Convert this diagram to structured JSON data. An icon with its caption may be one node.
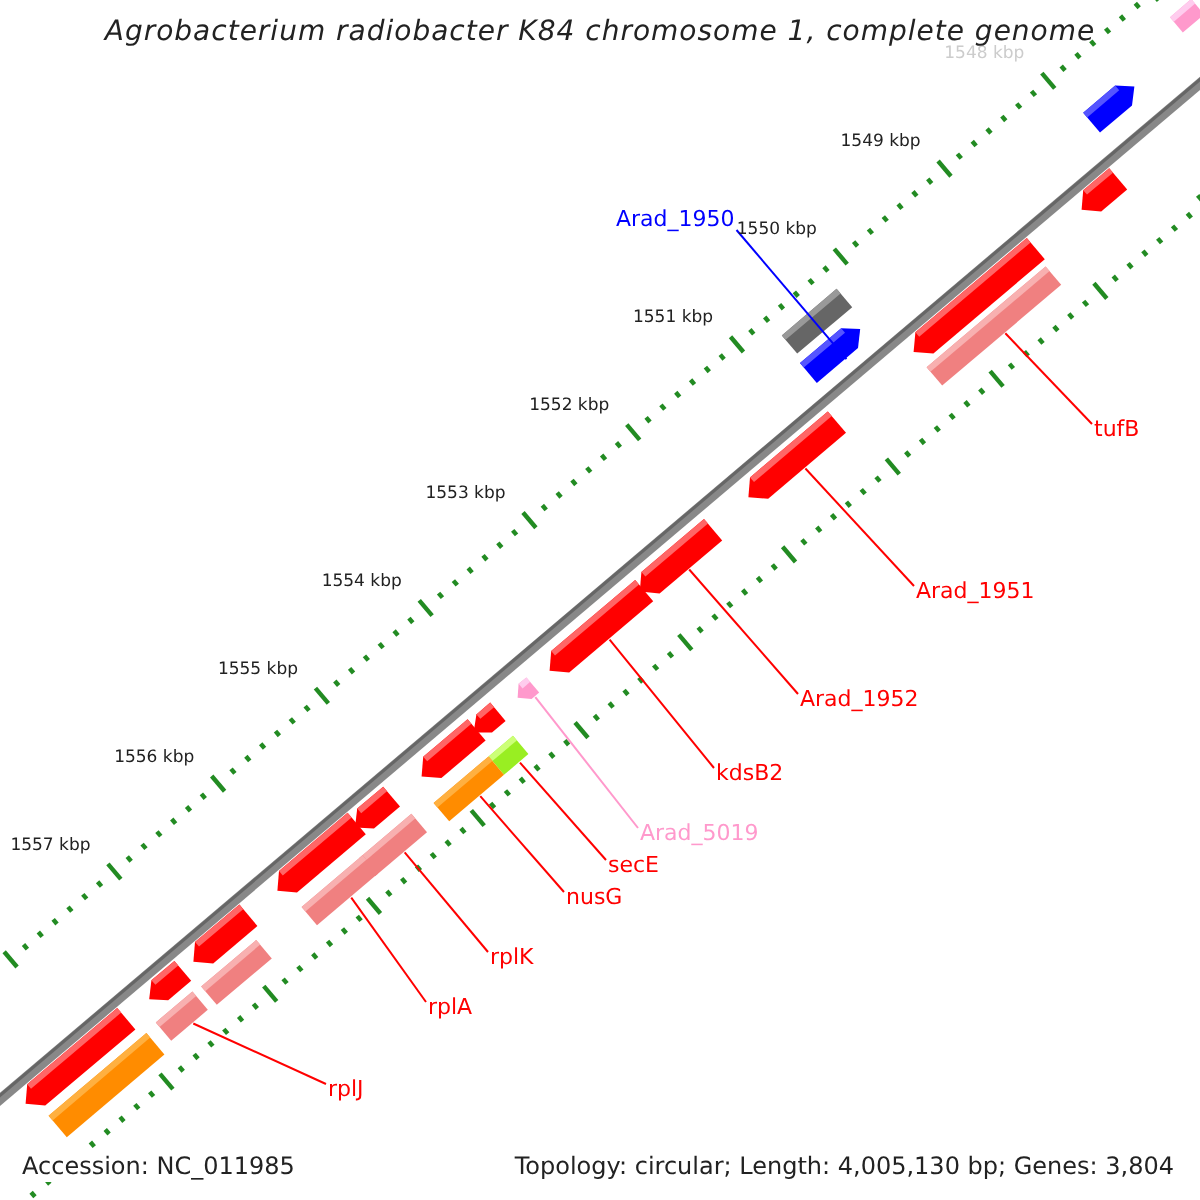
{
  "diagram": {
    "title": "Agrobacterium radiobacter K84 chromosome 1, complete genome",
    "nodes": [
      {
        "text": [
          "Arad_1950"
        ]
      },
      {
        "text": [],
        "shape": "arrow"
      },
      {
        "text": [
          "tufB"
        ]
      },
      {
        "text": [],
        "shape": "bar"
      },
      {
        "text": [
          "Arad_1951"
        ]
      },
      {
        "text": [],
        "shape": "arrow"
      },
      {
        "text": [
          "Arad_1952"
        ]
      },
      {
        "text": [],
        "shape": "arrow"
      },
      {
        "text": [
          "kdsB2"
        ]
      },
      {
        "text": [],
        "shape": "arrow"
      },
      {
        "text": [
          "Arad_5019"
        ]
      },
      {
        "text": [],
        "shape": "arrow"
      },
      {
        "text": [
          "secE"
        ]
      },
      {
        "text": [],
        "shape": "bar"
      },
      {
        "text": [
          "nusG"
        ]
      },
      {
        "text": [],
        "shape": "bar"
      },
      {
        "text": [
          "rplK"
        ]
      },
      {
        "text": [],
        "shape": "bar"
      },
      {
        "text": [
          "rplA"
        ]
      },
      {
        "text": [],
        "shape": "bar"
      },
      {
        "text": [
          "rplJ"
        ]
      },
      {
        "text": [],
        "shape": "bar"
      },
      {
        "text": [],
        "shape": "arrow"
      },
      {
        "text": [],
        "shape": "bar"
      },
      {
        "text": [],
        "shape": "arrow"
      },
      {
        "text": [],
        "shape": "arrow"
      },
      {
        "text": [],
        "shape": "arrow"
      },
      {
        "text": [],
        "shape": "arrow"
      },
      {
        "text": [],
        "shape": "arrow"
      },
      {
        "text": [],
        "shape": "arrow"
      },
      {
        "text": [],
        "shape": "arrow"
      },
      {
        "text": [],
        "shape": "arrow"
      },
      {
        "text": [],
        "shape": "bar"
      },
      {
        "text": [],
        "shape": "arrow"
      },
      {
        "text": [],
        "shape": "bar"
      },
      {
        "text": [],
        "shape": "bar"
      }
    ],
    "edges": [
      {
        "from": 0,
        "to": 1,
        "arrow": "none",
        "color": "#0000ff"
      },
      {
        "from": 2,
        "to": 3,
        "arrow": "none"
      },
      {
        "from": 4,
        "to": 5,
        "arrow": "none"
      },
      {
        "from": 6,
        "to": 7,
        "arrow": "none"
      },
      {
        "from": 8,
        "to": 9,
        "arrow": "none"
      },
      {
        "from": 10,
        "to": 11,
        "arrow": "none",
        "color": "#ff99cc"
      },
      {
        "from": 12,
        "to": 13,
        "arrow": "none"
      },
      {
        "from": 14,
        "to": 15,
        "arrow": "none"
      },
      {
        "from": 16,
        "to": 17,
        "arrow": "none"
      },
      {
        "from": 18,
        "to": 19,
        "arrow": "none"
      },
      {
        "from": 20,
        "to": 21,
        "arrow": "none"
      }
    ],
    "labels": [
      "1548 kbp",
      "1549 kbp",
      "1550 kbp",
      "1551 kbp",
      "1552 kbp",
      "1553 kbp",
      "1554 kbp",
      "1555 kbp",
      "1556 kbp",
      "1557 kbp",
      "Accession: NC_011985",
      "Topology: circular; Length: 4,005,130 bp; Genes: 3,804"
    ]
  }
}
